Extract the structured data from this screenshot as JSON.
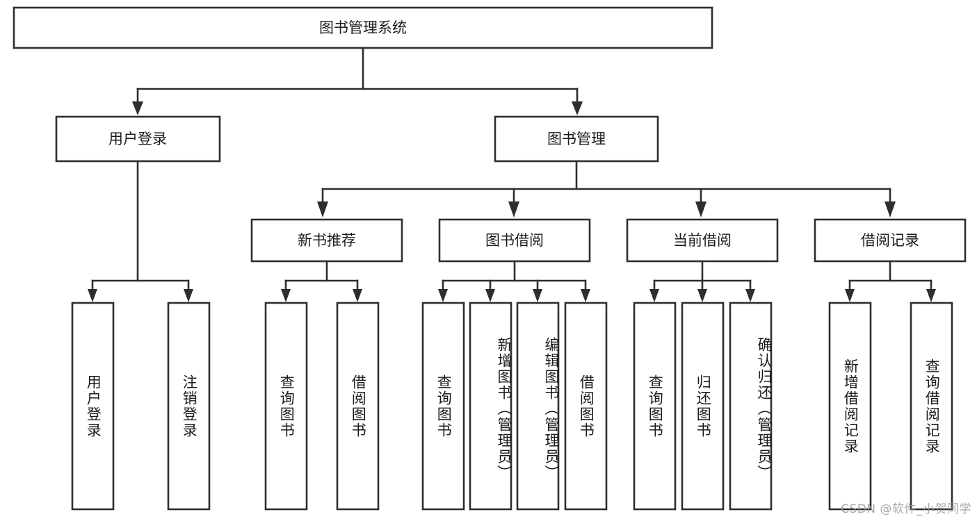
{
  "diagram": {
    "type": "tree",
    "title": "图书管理系统",
    "orientation": "top-down",
    "colors": {
      "box_fill": "#ffffff",
      "box_stroke": "#2e2e2e",
      "text": "#1b1b1b",
      "background": "#ffffff",
      "watermark": "#9a9a9a"
    },
    "root": {
      "label": "图书管理系统"
    },
    "level2": [
      {
        "label": "用户登录"
      },
      {
        "label": "图书管理"
      }
    ],
    "level3": [
      {
        "label": "新书推荐"
      },
      {
        "label": "图书借阅"
      },
      {
        "label": "当前借阅"
      },
      {
        "label": "借阅记录"
      }
    ],
    "leaves": {
      "user_login": [
        "用户登录",
        "注销登录"
      ],
      "new_book_recommend": [
        "查询图书",
        "借阅图书"
      ],
      "book_borrow": [
        "查询图书",
        "新增图书（管理员）",
        "编辑图书（管理员）",
        "借阅图书"
      ],
      "current_borrow": [
        "查询图书",
        "归还图书",
        "确认归还（管理员）"
      ],
      "borrow_record": [
        "新增借阅记录",
        "查询借阅记录"
      ]
    }
  },
  "watermark": {
    "text": "CSDN @软件_小贺同学"
  }
}
